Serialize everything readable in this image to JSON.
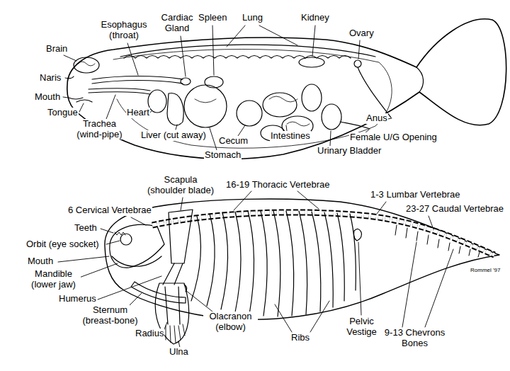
{
  "diagram": {
    "labels": [
      "Brain",
      "Esophagus (throat)",
      "Cardiac Gland",
      "Spleen",
      "Lung",
      "Kidney",
      "Ovary",
      "Naris",
      "Mouth",
      "Tongue",
      "Trachea (wind-pipe)",
      "Heart",
      "Liver (cut away)",
      "Stomach",
      "Cecum",
      "Intestines",
      "Anus",
      "Female U/G Opening",
      "Urinary Bladder",
      "Scapula (shoulder blade)",
      "16-19 Thoracic Vertebrae",
      "1-3 Lumbar Vertebrae",
      "23-27 Caudal Vertebrae",
      "6 Cervical Vertebrae",
      "Teeth",
      "Orbit (eye socket)",
      "Mouth",
      "Mandible (lower jaw)",
      "Humerus",
      "Sternum (breast-bone)",
      "Radius",
      "Ulna",
      "Olacranon (elbow)",
      "Ribs",
      "Pelvic Vestige",
      "9-13 Chevrons Bones",
      "Rommel '97"
    ]
  }
}
